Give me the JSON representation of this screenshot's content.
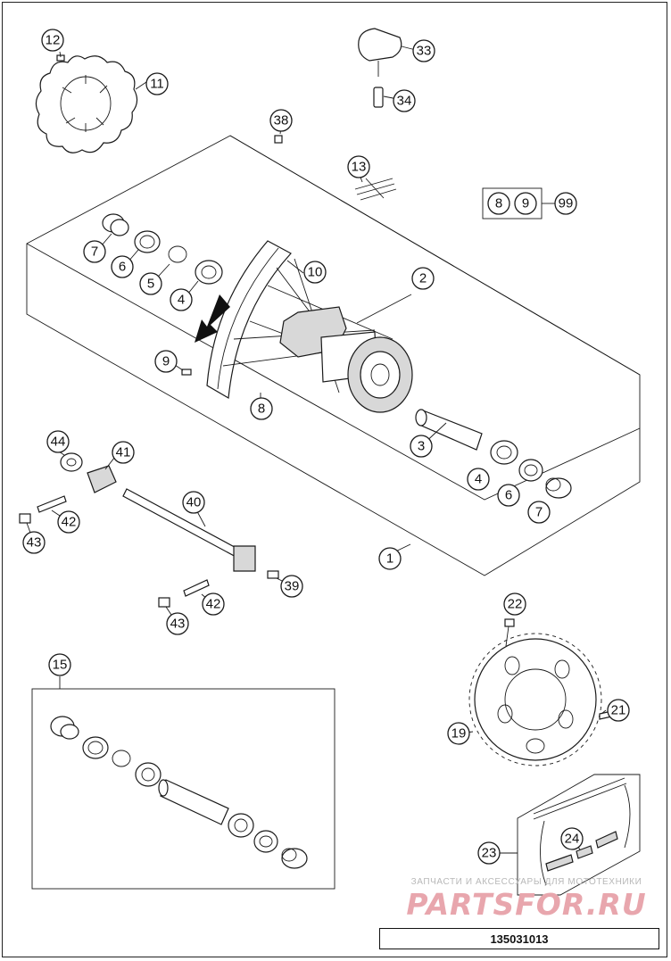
{
  "diagram": {
    "callouts": [
      "1",
      "2",
      "3",
      "4",
      "4",
      "5",
      "6",
      "6",
      "7",
      "7",
      "8",
      "9",
      "10",
      "11",
      "12",
      "13",
      "15",
      "19",
      "21",
      "22",
      "23",
      "24",
      "33",
      "34",
      "38",
      "39",
      "40",
      "41",
      "42",
      "42",
      "43",
      "43",
      "44",
      "8",
      "9",
      "99"
    ]
  },
  "watermark": {
    "caption": "ЗАПЧАСТИ И АКСЕССУАРЫ ДЛЯ МОТОТЕХНИКИ",
    "logo": "PARTSFOR.RU"
  },
  "drawing_code": "135031013"
}
